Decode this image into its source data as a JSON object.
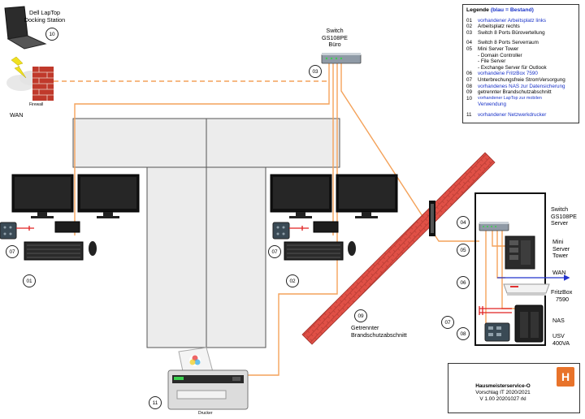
{
  "legend": {
    "title_prefix": "Legende",
    "title_suffix": "(blau = Bestand)",
    "items": [
      {
        "num": "01",
        "text": "vorhandener Arbeitsplatz links",
        "color": "blue"
      },
      {
        "num": "02",
        "text": "Arbeitsplatz rechts",
        "color": "black"
      },
      {
        "num": "03",
        "text": "Switch 8 Ports Bürovertellung",
        "color": "black"
      },
      {
        "num": "04",
        "text": "Switch 8 Ports Serverraum",
        "color": "black",
        "gap_before": true
      },
      {
        "num": "05",
        "text": "Mini Server Tower",
        "color": "black"
      },
      {
        "num": "",
        "text": "- Domain Controller",
        "color": "black"
      },
      {
        "num": "",
        "text": "- File Server",
        "color": "black"
      },
      {
        "num": "",
        "text": "- Exchange Server für Outlook",
        "color": "black"
      },
      {
        "num": "06",
        "text": "vorhandene FritzBox 7590",
        "color": "blue"
      },
      {
        "num": "07",
        "text": "Unterbrechungsfreie StromVersorgung",
        "color": "black"
      },
      {
        "num": "08",
        "text": "vorhandenes NAS zur Datensicherung",
        "color": "blue"
      },
      {
        "num": "09",
        "text": "getrennter Brandschutzabschnitt",
        "color": "black"
      },
      {
        "num": "10",
        "text": "vorhandener LapTop zur mobilen",
        "color": "blue",
        "small": true
      },
      {
        "num": "",
        "text": "Verwendung",
        "color": "blue"
      },
      {
        "num": "11",
        "text": "vorhandener Netzwerkdrucker",
        "color": "blue",
        "gap_before": true
      }
    ]
  },
  "labels": {
    "laptop_line1": "Dell LapTop",
    "laptop_line2": "Docking Station",
    "firewall": "Firewall",
    "wan_left": "WAN",
    "switch_office_line1": "Switch",
    "switch_office_line2": "GS108PE",
    "switch_office_line3": "Büro",
    "switch_server_line1": "Switch",
    "switch_server_line2": "GS108PE",
    "switch_server_line3": "Server",
    "mini_server_line1": "Mini",
    "mini_server_line2": "Server",
    "mini_server_line3": "Tower",
    "wan_right": "WAN",
    "fritzbox_line1": "FritzBox",
    "fritzbox_line2": "7590",
    "nas": "NAS",
    "usv_line1": "USV",
    "usv_line2": "400VA",
    "fire_line1": "Getrennter",
    "fire_line2": "Brandschutzabschnitt",
    "printer": "Drucker"
  },
  "numbers": {
    "n01": "01",
    "n02": "02",
    "n03": "03",
    "n04": "04",
    "n05": "05",
    "n06": "06",
    "n07a": "07",
    "n07b": "07",
    "n07c": "07",
    "n08": "08",
    "n09": "09",
    "n10": "10",
    "n11": "11"
  },
  "title_block": {
    "line1": "Hausmeisterservice-O",
    "line2": "Vorschlag IT 2020/2021",
    "line3": "V 1.00 20201027 rkl",
    "logo_text": "H"
  },
  "colors": {
    "cable": "#f4a25a",
    "firewall": "#c0392b",
    "fire_wall_band": "#e0524a",
    "wan_arrow": "#2233cc",
    "power": "#e02020"
  }
}
